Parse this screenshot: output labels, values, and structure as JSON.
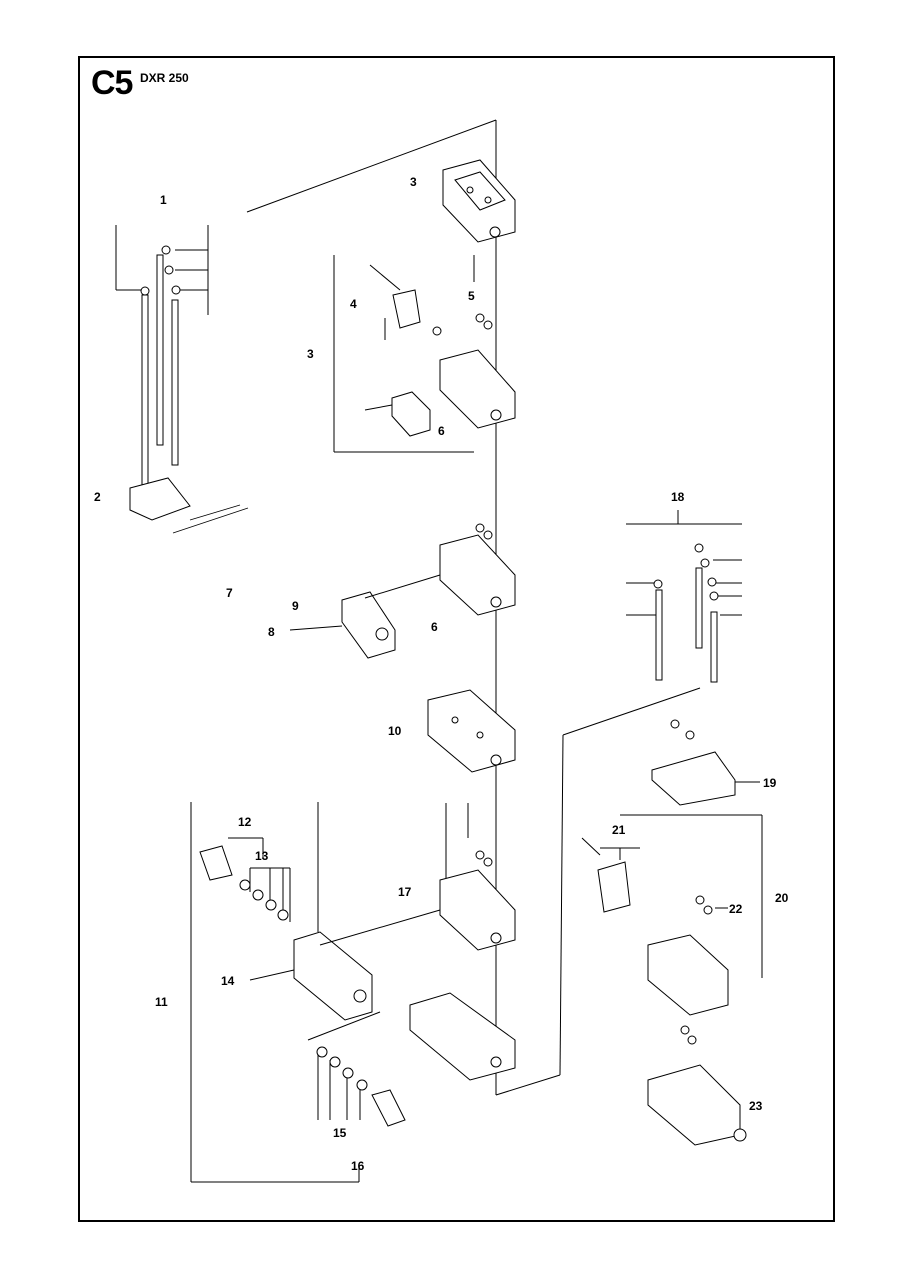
{
  "header": {
    "section_code": "C5",
    "model": "DXR 250"
  },
  "callouts": [
    "1",
    "2",
    "3",
    "3",
    "4",
    "5",
    "6",
    "6",
    "7",
    "8",
    "9",
    "10",
    "11",
    "12",
    "13",
    "14",
    "15",
    "16",
    "17",
    "18",
    "19",
    "20",
    "21",
    "22",
    "23"
  ]
}
